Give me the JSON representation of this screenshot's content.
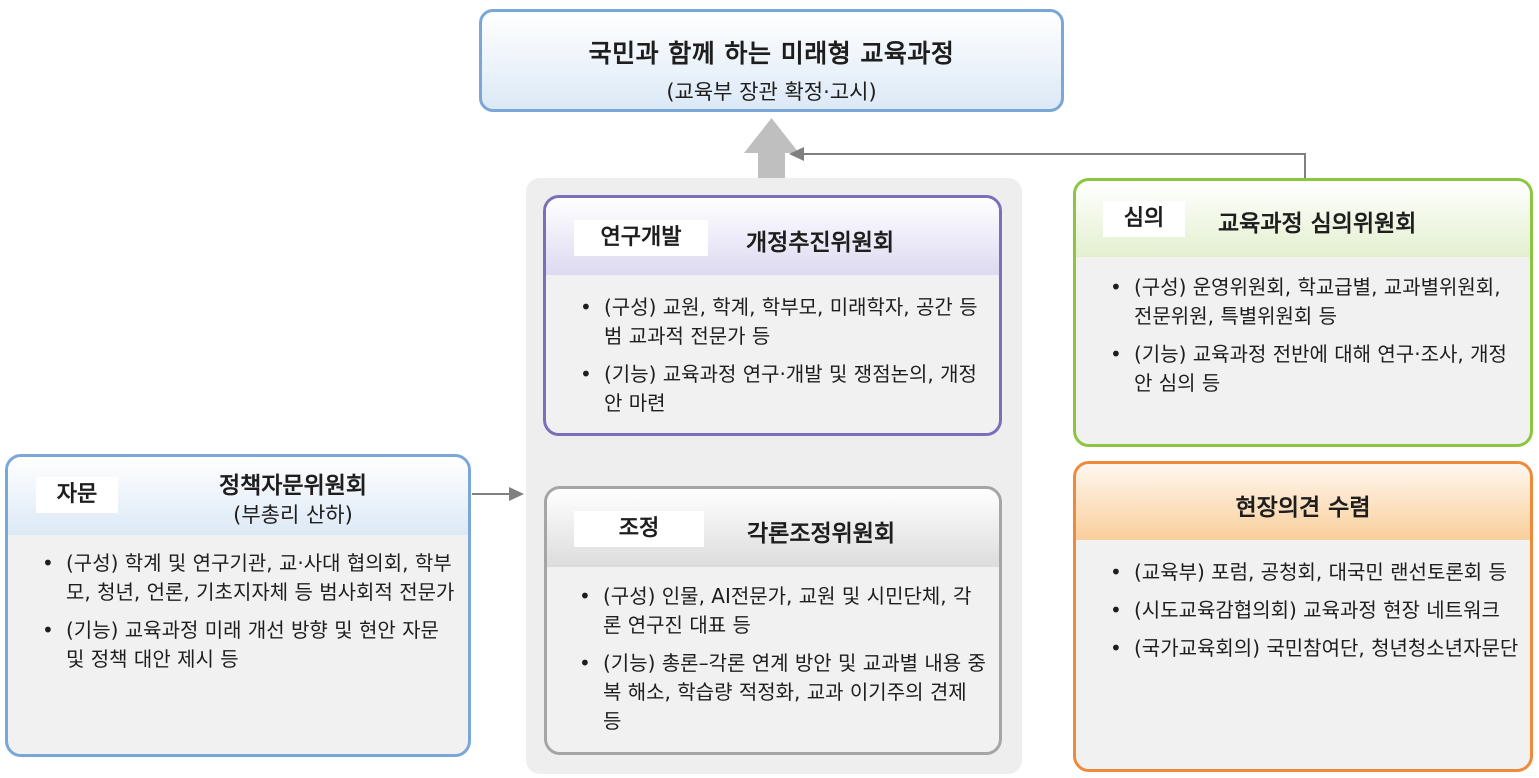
{
  "header": {
    "title": "국민과 함께 하는 미래형 교육과정",
    "subtitle": "(교육부 장관 확정·고시)"
  },
  "research": {
    "tag": "연구개발",
    "title": "개정추진위원회",
    "items": [
      "(구성) 교원, 학계, 학부모, 미래학자, 공간 등 범 교과적 전문가 등",
      "(기능) 교육과정 연구·개발 및 쟁점논의, 개정안 마련"
    ]
  },
  "coordination": {
    "tag": "조정",
    "title": "각론조정위원회",
    "items": [
      "(구성) 인물, AI전문가, 교원 및 시민단체, 각론 연구진 대표 등",
      "(기능) 총론–각론 연계 방안 및 교과별 내용 중복 해소, 학습량 적정화, 교과 이기주의 견제 등"
    ]
  },
  "deliberation": {
    "tag": "심의",
    "title": "교육과정 심의위원회",
    "items": [
      "(구성) 운영위원회, 학교급별, 교과별위원회, 전문위원, 특별위원회 등",
      "(기능) 교육과정 전반에 대해 연구·조사, 개정안 심의 등"
    ]
  },
  "field": {
    "title": "현장의견 수렴",
    "items": [
      "(교육부) 포럼, 공청회, 대국민 랜선토론회 등",
      "(시도교육감협의회) 교육과정 현장 네트워크",
      "(국가교육회의) 국민참여단, 청년청소년자문단"
    ]
  },
  "advisory": {
    "tag": "자문",
    "title": "정책자문위원회",
    "subtitle": "(부총리 산하)",
    "items": [
      "(구성) 학계 및 연구기관, 교·사대 협의회, 학부모, 청년, 언론, 기초지자체 등 범사회적 전문가",
      "(기능) 교육과정 미래 개선 방향 및 현안 자문 및 정책 대안 제시 등"
    ]
  },
  "colors": {
    "blue": "#7aa7d8",
    "purple": "#7a6fb8",
    "gray": "#a5a5a5",
    "green": "#8cc63e",
    "orange": "#ee8a3a"
  }
}
